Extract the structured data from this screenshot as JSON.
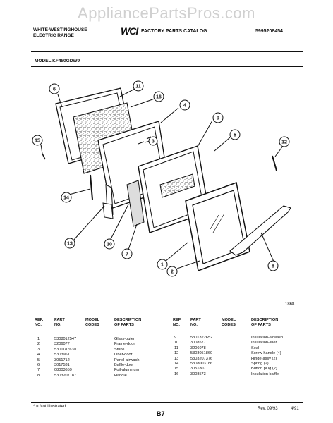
{
  "watermark": "AppliancePartsPros.com",
  "header": {
    "brand_line1": "WHITE-WESTINGHOUSE",
    "brand_line2": "ELECTRIC RANGE",
    "logo_text": "WCI",
    "catalog_title": "FACTORY PARTS CATALOG",
    "catalog_number": "5995208454",
    "model_label": "MODEL KF480GDW9"
  },
  "diagram": {
    "callouts": [
      "1",
      "2",
      "3",
      "4",
      "5",
      "6",
      "7",
      "8",
      "9",
      "10",
      "11",
      "12",
      "13",
      "14",
      "15",
      "16"
    ],
    "figure_number": "1868"
  },
  "table_left": {
    "headers": {
      "ref": "REF.\nNO.",
      "part": "PART\nNO.",
      "model": "MODEL\nCODES",
      "desc": "DESCRIPTION\nOF PARTS"
    },
    "rows": [
      {
        "ref": "1",
        "part": "5308012547",
        "desc": "Glass-outer"
      },
      {
        "ref": "2",
        "part": "3206077",
        "desc": "Frame-door"
      },
      {
        "ref": "3",
        "part": "5301187630",
        "desc": "Strike"
      },
      {
        "ref": "4",
        "part": "5303961",
        "desc": "Liner-door"
      },
      {
        "ref": "5",
        "part": "3051712",
        "desc": "Panel-airwash"
      },
      {
        "ref": "6",
        "part": "3017531",
        "desc": "Baffle-door"
      },
      {
        "ref": "7",
        "part": "08003659",
        "desc": "Foil-aluminum"
      },
      {
        "ref": "8",
        "part": "5303207187",
        "desc": "Handle"
      }
    ]
  },
  "table_right": {
    "headers": {
      "ref": "REF.\nNO.",
      "part": "PART\nNO.",
      "model": "MODEL\nCODES",
      "desc": "DESCRIPTION\nOF PARTS"
    },
    "rows": [
      {
        "ref": "9",
        "part": "5301322652",
        "desc": "Insulation-airwash"
      },
      {
        "ref": "10",
        "part": "3008577",
        "desc": "Insulation-liner"
      },
      {
        "ref": "11",
        "part": "3206078",
        "desc": "Seal"
      },
      {
        "ref": "12",
        "part": "5303051860",
        "desc": "Screw-handle (4)"
      },
      {
        "ref": "13",
        "part": "5303207376",
        "desc": "Hinge-assy (2)"
      },
      {
        "ref": "14",
        "part": "5308003186",
        "desc": "Spring (2)"
      },
      {
        "ref": "15",
        "part": "3051807",
        "desc": "Button plug (2)"
      },
      {
        "ref": "16",
        "part": "3008573",
        "desc": "Insulation baffle"
      }
    ]
  },
  "footer": {
    "note": "* = Not Illustrated",
    "page": "B7",
    "revision": "Rev. 09/93",
    "date_code": "4/91"
  }
}
